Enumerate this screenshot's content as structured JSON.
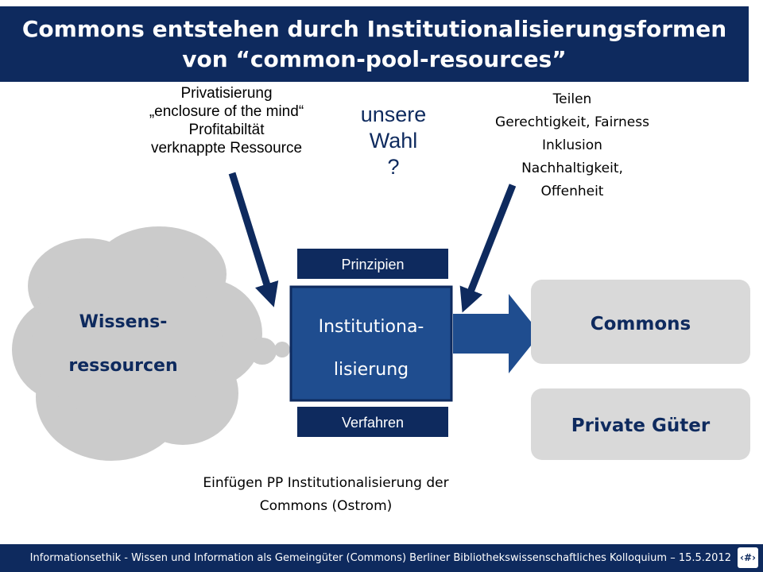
{
  "title": "Commons entstehen durch Institutionalisierungsformen von “common-pool-resources”",
  "left_notes": [
    "Privatisierung",
    "„enclosure of the mind“",
    "Profitabiltät",
    "verknappte Ressource"
  ],
  "choice": [
    "unsere",
    "Wahl",
    "?"
  ],
  "right_notes": [
    "Teilen",
    "Gerechtigkeit, Fairness",
    "Inklusion",
    "Nachhaltigkeit,",
    "Offenheit"
  ],
  "cloud": {
    "line1": "Wissens-",
    "line2": "ressourcen"
  },
  "center": {
    "line1": "Institutiona-",
    "line2": "lisierung"
  },
  "prinzipien": "Prinzipien",
  "verfahren": "Verfahren",
  "outcomes": {
    "commons": "Commons",
    "private": "Private Güter"
  },
  "caption": [
    "Einfügen PP Institutionalisierung der",
    "Commons (Ostrom)"
  ],
  "footer": "Informationsethik - Wissen und Information als Gemeingüter (Commons) Berliner Bibliothekswissenschaftliches Kolloquium – 15.5.2012",
  "page_number": "‹#›",
  "colors": {
    "navy": "#0e2a5e",
    "box_blue": "#1f4d8f",
    "cloud_gray": "#cbcbcb",
    "outcome_gray": "#d9d9d9"
  }
}
